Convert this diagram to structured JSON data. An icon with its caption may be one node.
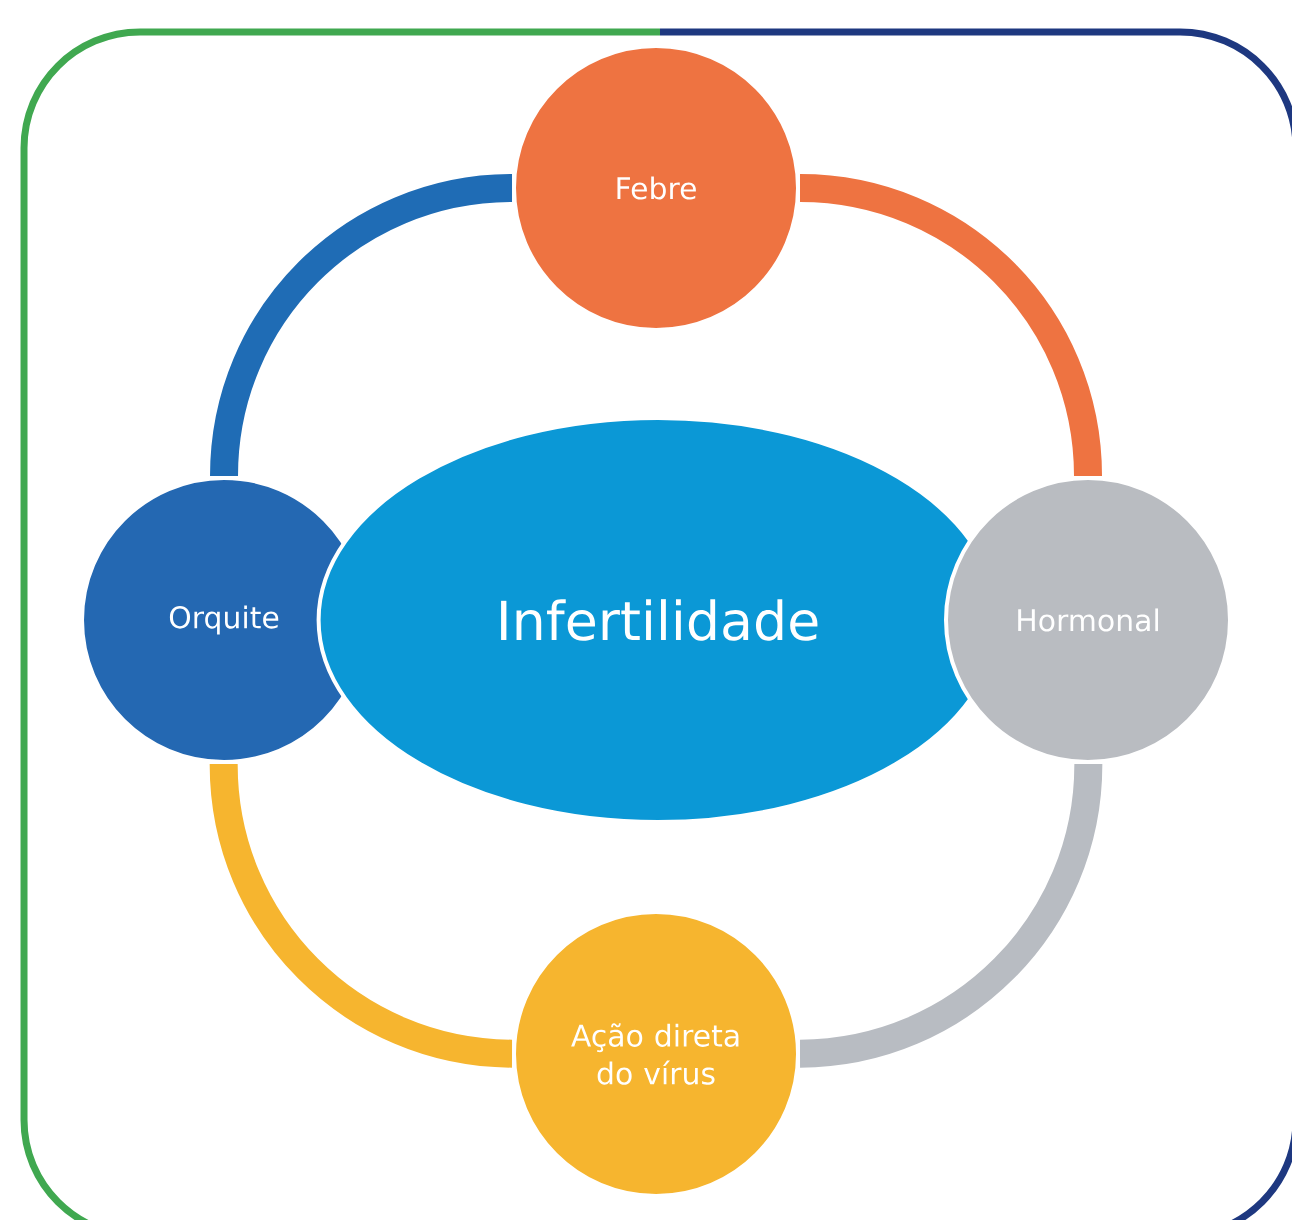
{
  "diagram": {
    "nodes": [
      {
        "text": [
          "Febre"
        ]
      },
      {
        "text": [
          "Orquite"
        ]
      },
      {
        "text": [
          "Infertilidade"
        ]
      },
      {
        "text": [
          "Hormonal"
        ]
      },
      {
        "text": [
          "Ação direta do vírus"
        ]
      }
    ],
    "edges": [
      {
        "from": 0,
        "to": 3,
        "arrow": "none",
        "color": "#ee7341"
      },
      {
        "from": 3,
        "to": 4,
        "arrow": "none",
        "color": "#b8bcc2"
      },
      {
        "from": 4,
        "to": 1,
        "arrow": "none",
        "color": "#f6b52f"
      },
      {
        "from": 1,
        "to": 0,
        "arrow": "none",
        "color": "#1f6cb5"
      }
    ]
  }
}
